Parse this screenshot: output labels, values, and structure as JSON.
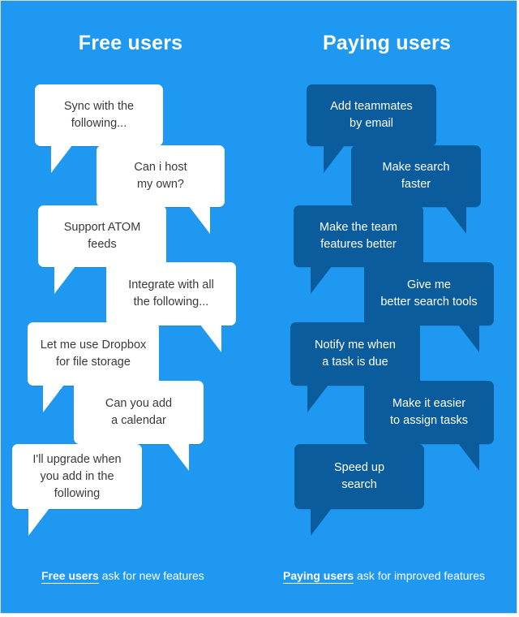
{
  "titles": {
    "free": "Free users",
    "paying": "Paying users"
  },
  "free_requests": [
    "Sync with the\nfollowing...",
    "Can i host\nmy own?",
    "Support ATOM\nfeeds",
    "Integrate with all\nthe following...",
    "Let me use Dropbox\nfor file storage",
    "Can you add\na calendar",
    "I'll upgrade when\nyou add in the\nfollowing"
  ],
  "paying_requests": [
    "Add teammates\nby email",
    "Make search\nfaster",
    "Make the team\nfeatures better",
    "Give me\nbetter search tools",
    "Notify me when\na task is due",
    "Make it easier\nto assign tasks",
    "Speed up\nsearch"
  ],
  "captions": {
    "free": {
      "emphasis": "Free users",
      "rest": " ask for new features"
    },
    "paying": {
      "emphasis": "Paying users",
      "rest": " ask for improved features"
    }
  },
  "colors": {
    "background": "#1e98f0",
    "free_bubble": "#ffffff",
    "paying_bubble": "#0b5c9c"
  }
}
